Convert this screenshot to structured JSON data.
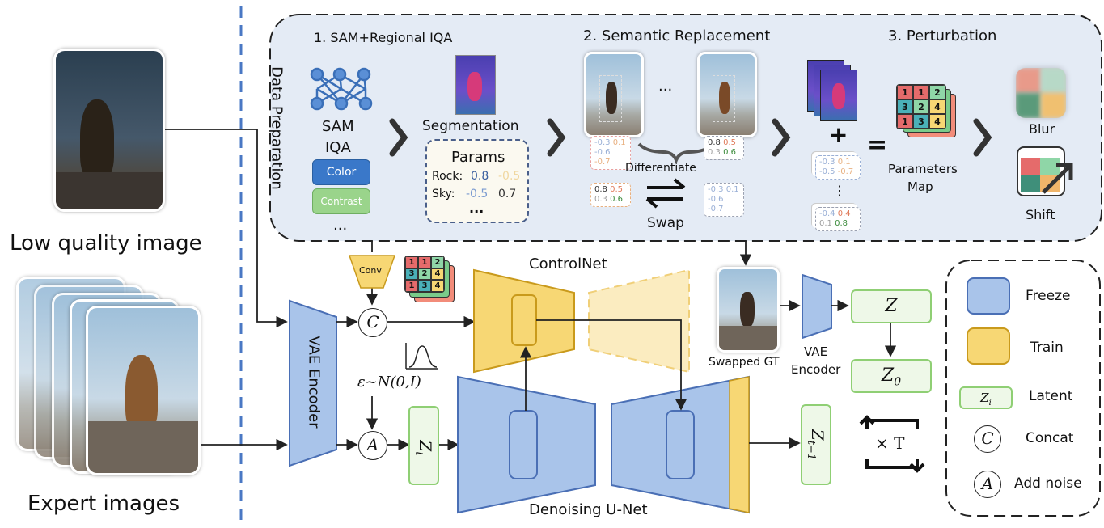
{
  "left": {
    "low_quality_label": "Low quality image",
    "expert_label": "Expert images"
  },
  "data_prep": {
    "side_label": "Data Preparation",
    "step1_title": "1. SAM+Regional IQA",
    "step2_title": "2. Semantic Replacement",
    "step3_title": "3. Perturbation",
    "sam_label": "SAM",
    "iqa_label": "IQA",
    "color_btn": "Color",
    "contrast_btn": "Contrast",
    "ellipsis": "...",
    "segmentation_label": "Segmentation",
    "params_title": "Params",
    "params_rows": [
      {
        "name": "Rock:",
        "v1": "0.8",
        "v2": "-0.5"
      },
      {
        "name": "Sky:",
        "v1": "-0.5",
        "v2": "0.7"
      }
    ],
    "params_more": "...",
    "differentiate_label": "Differentiate",
    "swap_label": "Swap",
    "pbox_a": [
      "-0.3",
      "0.1",
      "-0.6",
      "-0.7"
    ],
    "pbox_b": [
      "0.8",
      "0.5",
      "0.3",
      "0.6"
    ],
    "pbox_c": [
      "0.8",
      "0.5",
      "0.3",
      "0.6"
    ],
    "pbox_d": [
      "-0.3",
      "0.1",
      "-0.6",
      "-0.7"
    ],
    "stack_a": [
      "-0.3",
      "0.1",
      "-0.5",
      "-0.7"
    ],
    "stack_b": [
      "-0.4",
      "0.4",
      "0.1",
      "0.8"
    ],
    "plus": "+",
    "equals": "=",
    "params_map_label": "Parameters\nMap",
    "blur_label": "Blur",
    "shift_label": "Shift",
    "grid_values": [
      "1",
      "1",
      "2",
      "3",
      "2",
      "4",
      "1",
      "3",
      "4"
    ]
  },
  "arch": {
    "conv_label": "Conv",
    "controlnet_label": "ControlNet",
    "vae_encoder_label": "VAE Encoder",
    "noise_label": "ε~N(0,I)",
    "concat_symbol": "C",
    "add_symbol": "A",
    "zt_label": "Z",
    "zt_sub": "t",
    "zt1_label": "Z",
    "zt1_sub": "t−1",
    "unet_label": "Denoising U-Net",
    "swapped_gt_label": "Swapped GT",
    "vae_small_label": "VAE\nEncoder",
    "z_label": "Z",
    "z0_label": "Z",
    "z0_sub": "0",
    "times_t": "× T"
  },
  "legend": {
    "freeze": "Freeze",
    "train": "Train",
    "latent_symbol": "Z",
    "latent_sub": "i",
    "latent": "Latent",
    "concat_symbol": "C",
    "concat": "Concat",
    "add_symbol": "A",
    "add_noise": "Add noise"
  },
  "colors": {
    "freeze_fill": "#a9c4ea",
    "freeze_stroke": "#4a6fb5",
    "train_fill": "#f7d774",
    "train_stroke": "#c99a1c",
    "latent_stroke": "#8fcf74",
    "panel_fill": "#e4ebf5",
    "divider": "#4a78c4"
  }
}
